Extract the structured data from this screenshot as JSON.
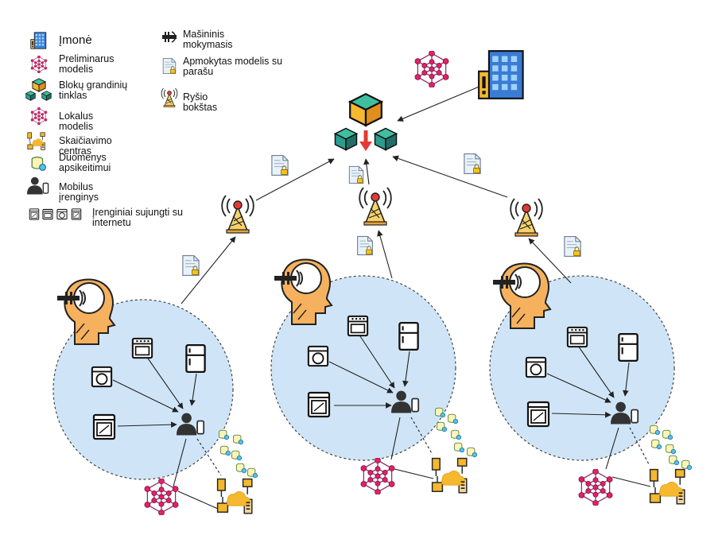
{
  "legend": {
    "company": "Įmonė",
    "preliminary_model": "Preliminarus modelis",
    "blockchain": "Blokų grandinių tinklas",
    "local_model": "Lokalus modelis",
    "computing_center": "Skaičiavimo centras",
    "data_exchange": "Duomenys apsikeitimui",
    "mobile_device": "Mobilus įrenginys",
    "iot_devices": "Įrenginiai sujungti su internetu",
    "machine_learning": "Mašininis mokymasis",
    "signed_model": "Apmokytas modelis su parašu",
    "tower": "Ryšio bokštas"
  },
  "colors": {
    "cell_fill": "#cfe5f7",
    "model_node": "#e91e63",
    "block_green": "#3fbf9f",
    "block_teal": "#2a9d8f",
    "block_yellow": "#f5b82e",
    "head_orange": "#f6b15e",
    "tower_red": "#e53935"
  },
  "icons": [
    "building-icon",
    "network-icon",
    "blocks-icon",
    "datacenter-icon",
    "database-icon",
    "user-icon",
    "appliance-icon",
    "head-icon",
    "document-icon",
    "tower-icon"
  ]
}
